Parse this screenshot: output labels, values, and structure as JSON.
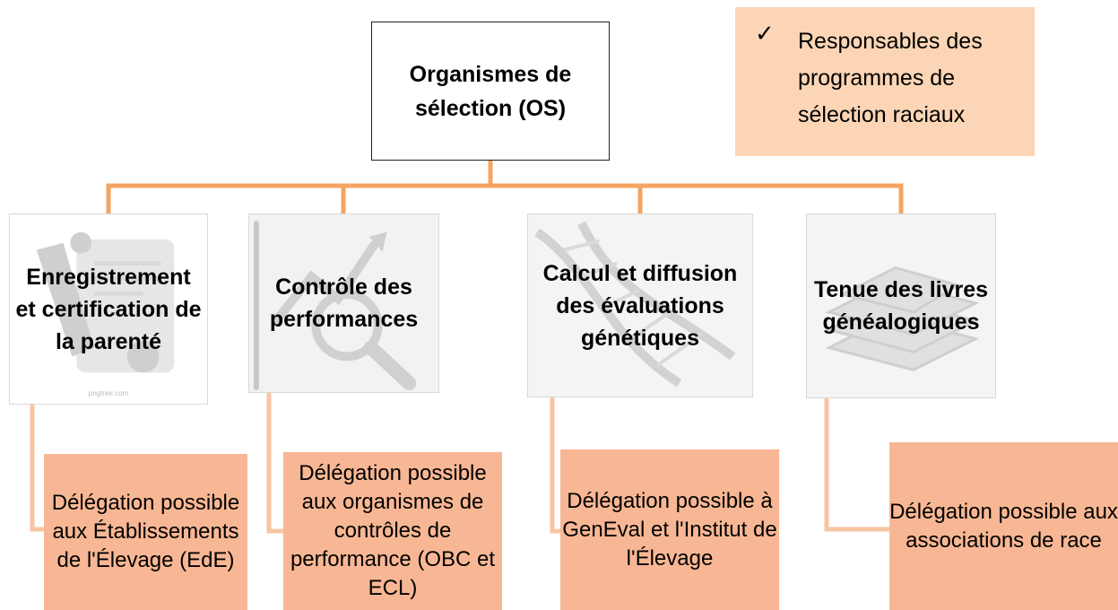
{
  "root": {
    "title": "Organismes de sélection (OS)"
  },
  "note": {
    "check": "✓",
    "text": "Responsables des programmes de sélection raciaux"
  },
  "functions": [
    {
      "label": "Enregistrement et certification de la parenté",
      "icon": "scroll-certificate-icon",
      "watermark": "pngtree.com"
    },
    {
      "label": "Contrôle des performances",
      "icon": "magnifier-chart-icon"
    },
    {
      "label": "Calcul et diffusion des évaluations génétiques",
      "icon": "dna-helix-icon"
    },
    {
      "label": "Tenue des livres généalogiques",
      "icon": "stacked-books-icon"
    }
  ],
  "delegations": [
    "Délégation possible aux Établissements de l'Élevage (EdE)",
    "Délégation possible aux organismes de contrôles de performance (OBC et ECL)",
    "Délégation possible à GenEval et l'Institut de l'Élevage",
    "Délégation possible aux associations de race"
  ],
  "colors": {
    "connector_main": "#f4a460",
    "connector_light": "#f8c5a3",
    "note_fill": "#fbd5b5",
    "delegation_fill": "#f8b794",
    "icon_gray": "#d6d6d6"
  }
}
